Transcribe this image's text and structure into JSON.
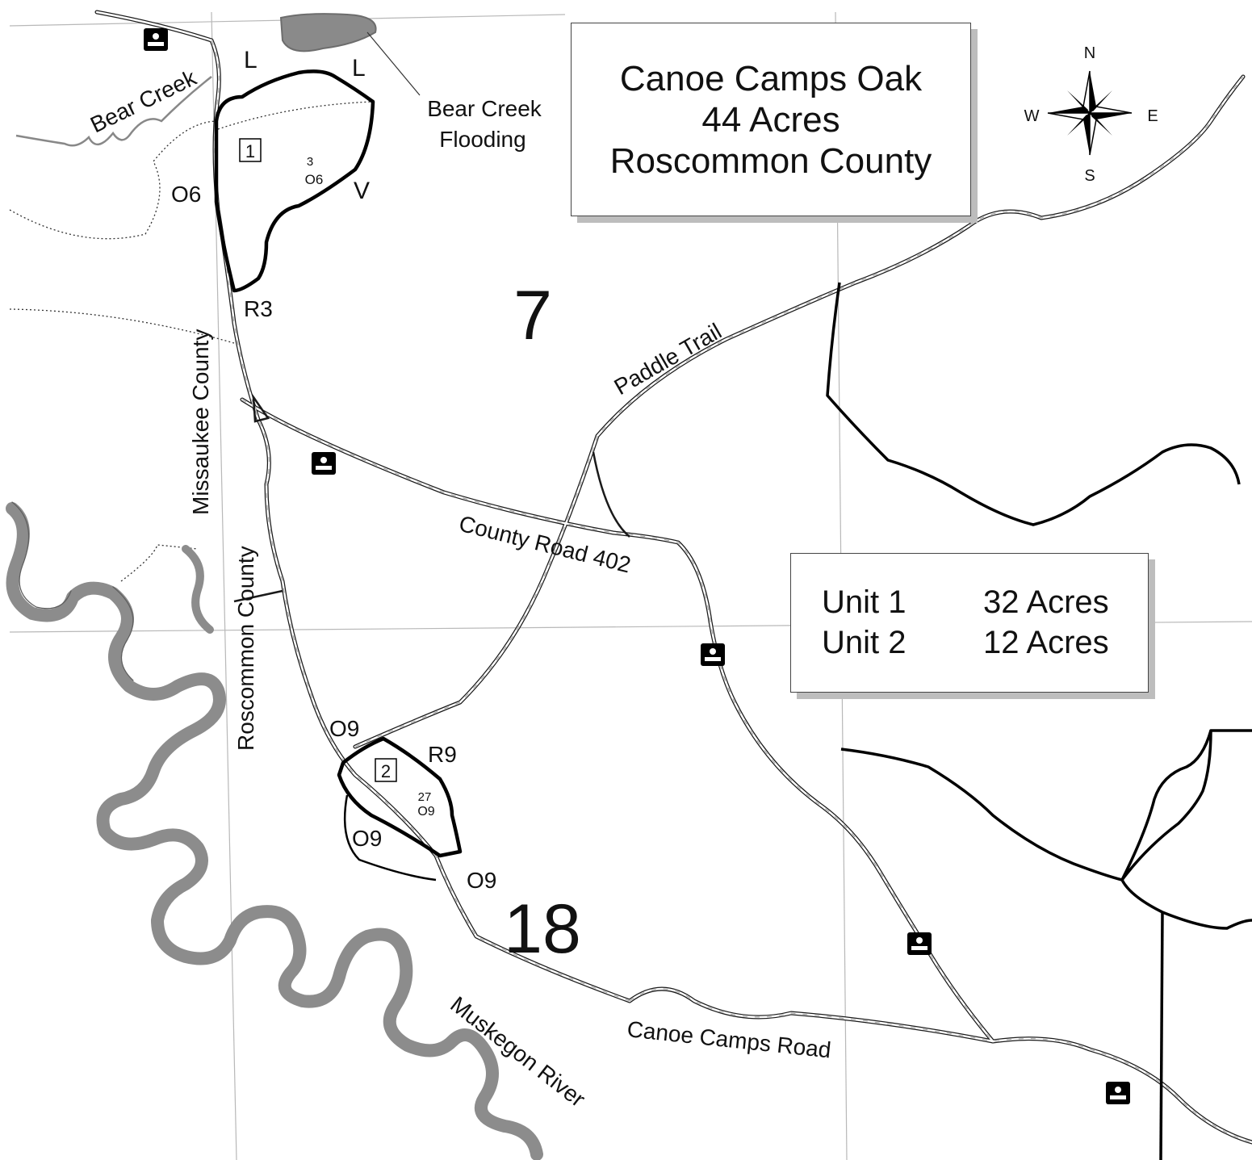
{
  "title": {
    "line1": "Canoe Camps Oak",
    "line2": "44 Acres",
    "line3": "Roscommon County"
  },
  "units_table": [
    {
      "unit": "Unit 1",
      "acres": "32 Acres"
    },
    {
      "unit": "Unit 2",
      "acres": "12 Acres"
    }
  ],
  "compass": {
    "n": "N",
    "s": "S",
    "e": "E",
    "w": "W"
  },
  "sections": {
    "upper": "7",
    "lower": "18"
  },
  "place_labels": {
    "bear_creek": "Bear Creek",
    "bear_creek_flooding_1": "Bear Creek",
    "bear_creek_flooding_2": "Flooding",
    "missaukee_county": "Missaukee County",
    "roscommon_county": "Roscommon County",
    "paddle_trail": "Paddle Trail",
    "county_road_402": "County Road 402",
    "canoe_camps_road": "Canoe Camps Road",
    "muskegon_river": "Muskegon River"
  },
  "unit_markers": {
    "unit1": "1",
    "unit2": "2"
  },
  "stand_codes": {
    "l_left": "L",
    "l_right": "L",
    "v": "V",
    "o6": "O6",
    "r3": "R3",
    "u1_stand_num": "3",
    "u1_stand_type": "O6",
    "o9_top": "O9",
    "r9": "R9",
    "o9_mid": "O9",
    "o9_bottom": "O9",
    "u2_stand_num": "27",
    "u2_stand_type": "O9"
  },
  "icons": [
    "boat-launch-icon",
    "boat-launch-icon",
    "boat-launch-icon",
    "boat-launch-icon",
    "boat-launch-icon"
  ],
  "colors": {
    "river": "#8c8c8c",
    "road": "#1a1a1a",
    "boundary": "#000000",
    "shadow": "#bdbdbd"
  }
}
